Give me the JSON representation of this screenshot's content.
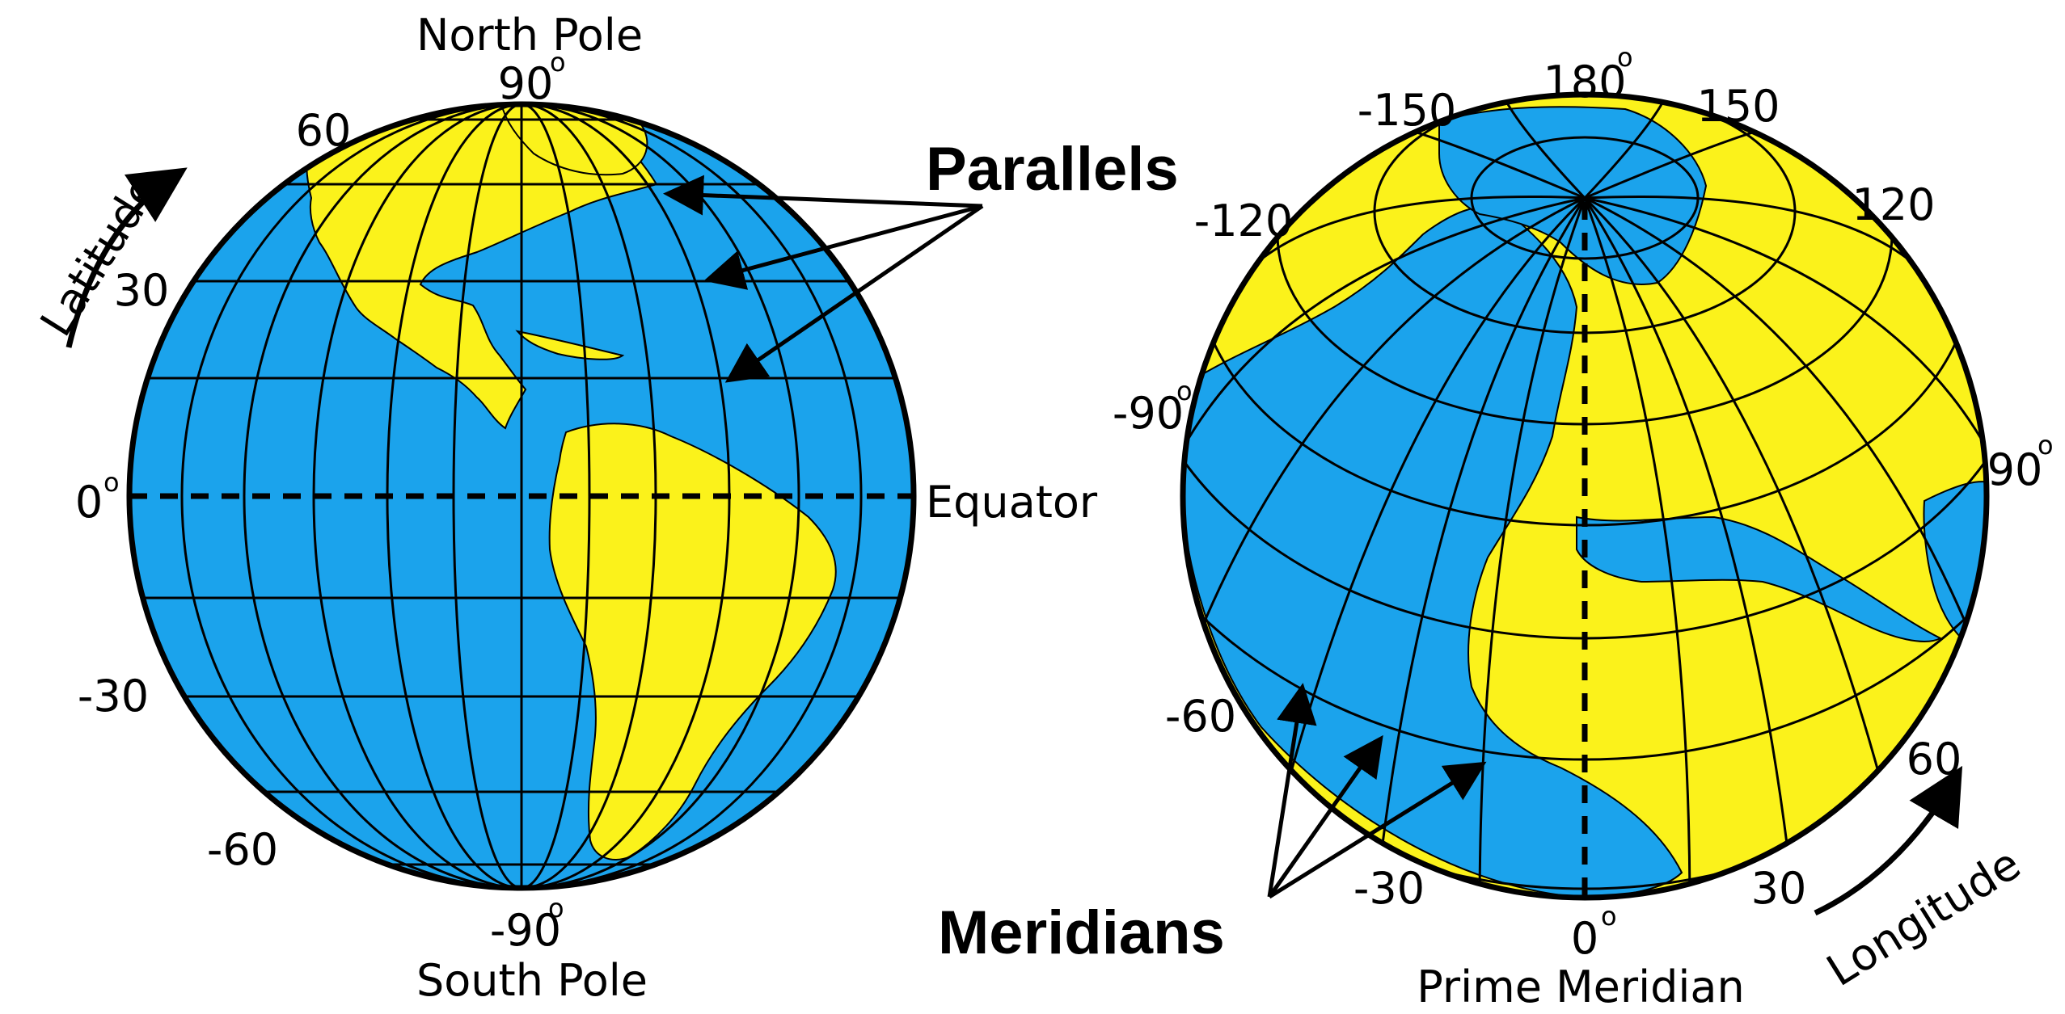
{
  "colors": {
    "ocean": "#1ba3ec",
    "land": "#fbf21b",
    "grid": "#000000",
    "background": "#ffffff"
  },
  "left_globe": {
    "top_label": "North Pole",
    "bottom_label": "South Pole",
    "pole_top_value": "90",
    "pole_bottom_value": "-90",
    "equator_value": "0",
    "equator_label": "Equator",
    "axis_label": "Latitude",
    "latitude_ticks": [
      "60",
      "30",
      "-30",
      "-60"
    ]
  },
  "right_globe": {
    "top_value": "180",
    "left_value": "-90",
    "right_value": "90",
    "bottom_value": "0",
    "bottom_label": "Prime Meridian",
    "axis_label": "Longitude",
    "longitude_ticks": [
      "-150",
      "150",
      "-120",
      "120",
      "-60",
      "60",
      "-30",
      "30"
    ]
  },
  "callouts": {
    "parallels": "Parallels",
    "meridians": "Meridians"
  },
  "degree_symbol": "o"
}
